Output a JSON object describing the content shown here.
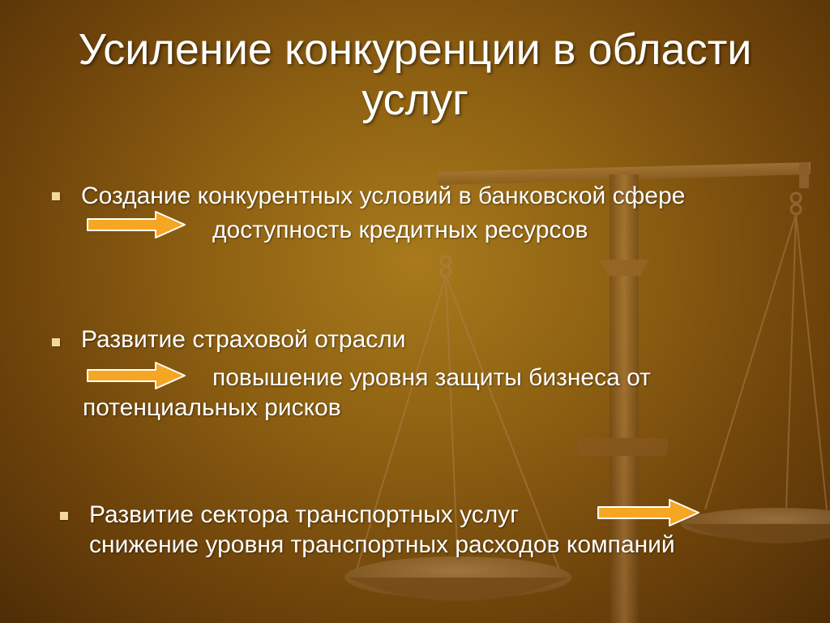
{
  "slide": {
    "title": "Усиление конкуренции в области услуг",
    "items": [
      {
        "heading": "Создание конкурентных условий в банковской сфере",
        "result_lines": [
          "доступность кредитных ресурсов"
        ]
      },
      {
        "heading": "Развитие страховой отрасли",
        "result_lines": [
          "повышение уровня защиты бизнеса от",
          "потенциальных рисков"
        ]
      },
      {
        "heading": "Развитие сектора транспортных услуг",
        "result_lines": [
          "снижение уровня транспортных расходов компаний"
        ]
      }
    ]
  },
  "colors": {
    "background": "#8e6112",
    "text": "#ffffff",
    "bullet": "#f3d89a",
    "arrow_fill": "#f5a623",
    "arrow_outline": "#ffffff"
  },
  "icons": {
    "bullet": "square-bullet-icon",
    "arrow": "right-arrow-icon",
    "background": "balance-scales-icon"
  }
}
